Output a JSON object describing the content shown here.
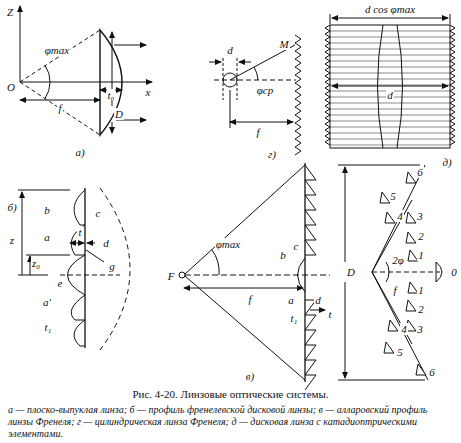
{
  "diagram": {
    "caption": "Рис. 4-20. Линзовые оптические системы.",
    "labels": [
      "Z",
      "φmax",
      "O",
      "f",
      "t₀",
      "x",
      "D",
      "а)",
      "d",
      "M",
      "φср",
      "f",
      "d cos φmax",
      "d",
      "г)",
      "б)",
      "b",
      "c",
      "a",
      "t",
      "d",
      "g",
      "z",
      "z₀",
      "e",
      "a'",
      "t₁",
      "F",
      "φmax",
      "f",
      "b",
      "c",
      "a",
      "t₁",
      "d",
      "t",
      "в)",
      "д)",
      "6",
      "5",
      "4",
      "3",
      "2",
      "1",
      "0",
      "1",
      "2",
      "3",
      "4",
      "5",
      "6",
      "2φ",
      "f",
      "D",
      "а — плоско-выпуклая линза; б — профиль френелевской дисковой линзы; в — алларовский профиль линзы Френеля; г — цилиндрическая линза Френеля; д — дисковая линза с катадиоптрическими элементами."
    ]
  }
}
